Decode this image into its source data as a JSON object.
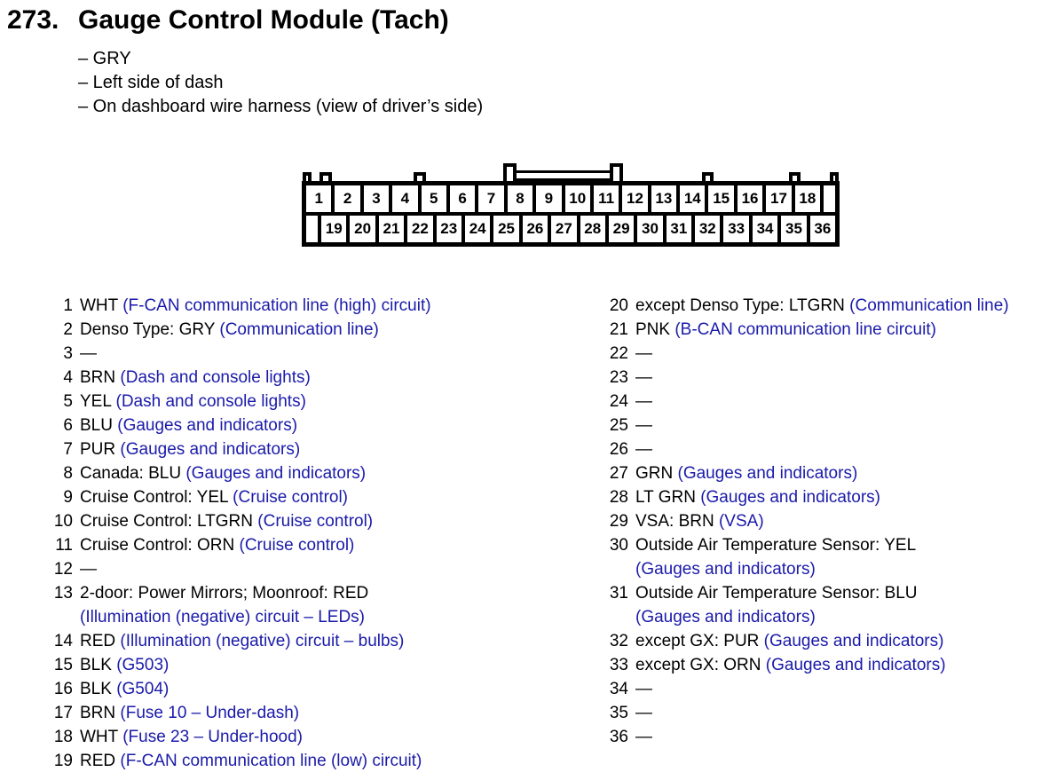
{
  "colors": {
    "link_blue": "#1a1aaa",
    "text_black": "#000000",
    "connector_line": "#000000"
  },
  "title": {
    "number": "273.",
    "text": "Gauge Control Module (Tach)"
  },
  "bullets": [
    "– GRY",
    "– Left side of dash",
    "– On dashboard wire harness (view of driver’s side)"
  ],
  "connector": {
    "top_row": [
      "1",
      "2",
      "3",
      "4",
      "5",
      "6",
      "7",
      "8",
      "9",
      "10",
      "11",
      "12",
      "13",
      "14",
      "15",
      "16",
      "17",
      "18"
    ],
    "bottom_row": [
      "19",
      "20",
      "21",
      "22",
      "23",
      "24",
      "25",
      "26",
      "27",
      "28",
      "29",
      "30",
      "31",
      "32",
      "33",
      "34",
      "35",
      "36"
    ]
  },
  "pins_left": [
    {
      "num": "1",
      "segments": [
        {
          "t": "WHT ",
          "c": "k"
        },
        {
          "t": "(F-CAN communication line (high) circuit)",
          "c": "b"
        }
      ]
    },
    {
      "num": "2",
      "segments": [
        {
          "t": "Denso Type: GRY ",
          "c": "k"
        },
        {
          "t": "(Communication line)",
          "c": "b"
        }
      ]
    },
    {
      "num": "3",
      "segments": [
        {
          "t": "—",
          "c": "k"
        }
      ]
    },
    {
      "num": "4",
      "segments": [
        {
          "t": "BRN ",
          "c": "k"
        },
        {
          "t": "(Dash and console lights)",
          "c": "b"
        }
      ]
    },
    {
      "num": "5",
      "segments": [
        {
          "t": "YEL ",
          "c": "k"
        },
        {
          "t": "(Dash and console lights)",
          "c": "b"
        }
      ]
    },
    {
      "num": "6",
      "segments": [
        {
          "t": "BLU ",
          "c": "k"
        },
        {
          "t": "(Gauges and indicators)",
          "c": "b"
        }
      ]
    },
    {
      "num": "7",
      "segments": [
        {
          "t": "PUR ",
          "c": "k"
        },
        {
          "t": "(Gauges and indicators)",
          "c": "b"
        }
      ]
    },
    {
      "num": "8",
      "segments": [
        {
          "t": "Canada: BLU ",
          "c": "k"
        },
        {
          "t": "(Gauges and indicators)",
          "c": "b"
        }
      ]
    },
    {
      "num": "9",
      "segments": [
        {
          "t": "Cruise Control: YEL ",
          "c": "k"
        },
        {
          "t": "(Cruise control)",
          "c": "b"
        }
      ]
    },
    {
      "num": "10",
      "segments": [
        {
          "t": "Cruise Control: LTGRN  ",
          "c": "k"
        },
        {
          "t": "(Cruise control)",
          "c": "b"
        }
      ]
    },
    {
      "num": "11",
      "segments": [
        {
          "t": "Cruise Control: ORN ",
          "c": "k"
        },
        {
          "t": "(Cruise control)",
          "c": "b"
        }
      ]
    },
    {
      "num": "12",
      "segments": [
        {
          "t": "—",
          "c": "k"
        }
      ]
    },
    {
      "num": "13",
      "segments": [
        {
          "t": "2-door: Power Mirrors; Moonroof: RED",
          "c": "k"
        },
        {
          "t": "(Illumination (negative) circuit – LEDs)",
          "c": "b",
          "br": true
        }
      ]
    },
    {
      "num": "14",
      "segments": [
        {
          "t": "RED ",
          "c": "k"
        },
        {
          "t": "(Illumination (negative) circuit – bulbs)",
          "c": "b"
        }
      ]
    },
    {
      "num": "15",
      "segments": [
        {
          "t": "BLK ",
          "c": "k"
        },
        {
          "t": "(G503)",
          "c": "b"
        }
      ]
    },
    {
      "num": "16",
      "segments": [
        {
          "t": "BLK ",
          "c": "k"
        },
        {
          "t": "(G504)",
          "c": "b"
        }
      ]
    },
    {
      "num": "17",
      "segments": [
        {
          "t": "BRN ",
          "c": "k"
        },
        {
          "t": "(Fuse 10 – Under-dash)",
          "c": "b"
        }
      ]
    },
    {
      "num": "18",
      "segments": [
        {
          "t": "WHT ",
          "c": "k"
        },
        {
          "t": "(Fuse 23 – Under-hood)",
          "c": "b"
        }
      ]
    },
    {
      "num": "19",
      "segments": [
        {
          "t": "RED ",
          "c": "k"
        },
        {
          "t": "(F-CAN communication line (low) circuit)",
          "c": "b"
        }
      ]
    }
  ],
  "pins_right": [
    {
      "num": "20",
      "segments": [
        {
          "t": "except Denso Type: LTGRN  ",
          "c": "k"
        },
        {
          "t": "(Communication line)",
          "c": "b"
        }
      ]
    },
    {
      "num": "21",
      "segments": [
        {
          "t": "PNK ",
          "c": "k"
        },
        {
          "t": "(B-CAN communication line circuit)",
          "c": "b"
        }
      ]
    },
    {
      "num": "22",
      "segments": [
        {
          "t": "—",
          "c": "k"
        }
      ]
    },
    {
      "num": "23",
      "segments": [
        {
          "t": "—",
          "c": "k"
        }
      ]
    },
    {
      "num": "24",
      "segments": [
        {
          "t": "—",
          "c": "k"
        }
      ]
    },
    {
      "num": "25",
      "segments": [
        {
          "t": "—",
          "c": "k"
        }
      ]
    },
    {
      "num": "26",
      "segments": [
        {
          "t": "—",
          "c": "k"
        }
      ]
    },
    {
      "num": "27",
      "segments": [
        {
          "t": "GRN ",
          "c": "k"
        },
        {
          "t": "(Gauges and indicators)",
          "c": "b"
        }
      ]
    },
    {
      "num": "28",
      "segments": [
        {
          "t": "LT GRN ",
          "c": "k"
        },
        {
          "t": "(Gauges and indicators)",
          "c": "b"
        }
      ]
    },
    {
      "num": "29",
      "segments": [
        {
          "t": "VSA: BRN ",
          "c": "k"
        },
        {
          "t": "(VSA)",
          "c": "b"
        }
      ]
    },
    {
      "num": "30",
      "segments": [
        {
          "t": "Outside Air Temperature Sensor: YEL",
          "c": "k"
        },
        {
          "t": "(Gauges and indicators)",
          "c": "b",
          "br": true
        }
      ]
    },
    {
      "num": "31",
      "segments": [
        {
          "t": "Outside Air Temperature Sensor: BLU",
          "c": "k"
        },
        {
          "t": "(Gauges and indicators)",
          "c": "b",
          "br": true
        }
      ]
    },
    {
      "num": "32",
      "segments": [
        {
          "t": "except GX: PUR ",
          "c": "k"
        },
        {
          "t": "(Gauges and indicators)",
          "c": "b"
        }
      ]
    },
    {
      "num": "33",
      "segments": [
        {
          "t": "except GX: ORN ",
          "c": "k"
        },
        {
          "t": "(Gauges and indicators)",
          "c": "b"
        }
      ]
    },
    {
      "num": "34",
      "segments": [
        {
          "t": "—",
          "c": "k"
        }
      ]
    },
    {
      "num": "35",
      "segments": [
        {
          "t": "—",
          "c": "k"
        }
      ]
    },
    {
      "num": "36",
      "segments": [
        {
          "t": "—",
          "c": "k"
        }
      ]
    }
  ]
}
